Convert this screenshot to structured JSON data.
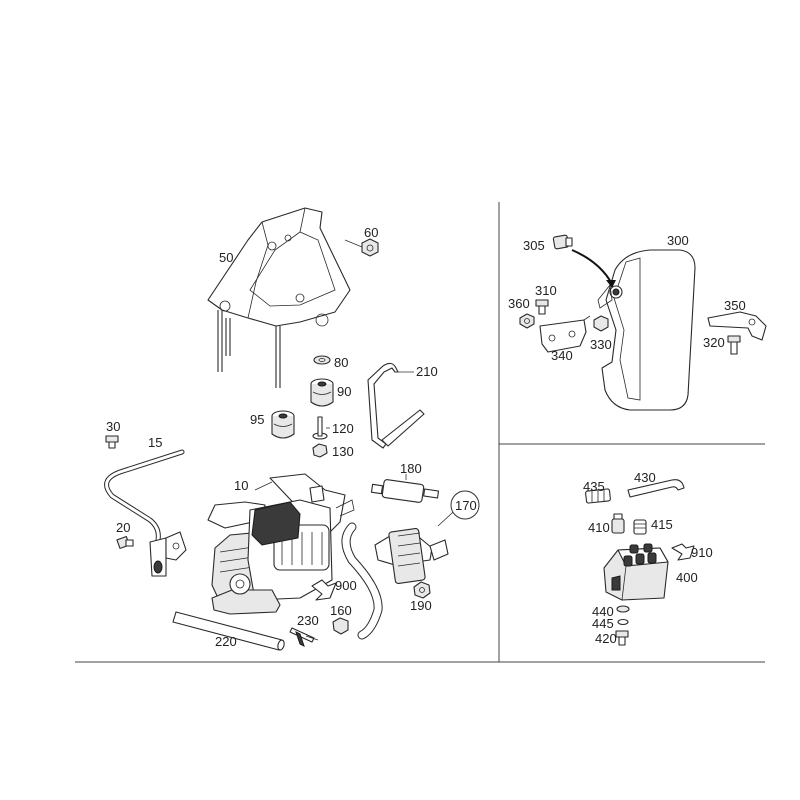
{
  "labels": {
    "p10": "10",
    "p15": "15",
    "p20": "20",
    "p30": "30",
    "p50": "50",
    "p60": "60",
    "p80": "80",
    "p90": "90",
    "p95": "95",
    "p120": "120",
    "p130": "130",
    "p160": "160",
    "p170": "170",
    "p180": "180",
    "p190": "190",
    "p210": "210",
    "p220": "220",
    "p230": "230",
    "p300": "300",
    "p305": "305",
    "p310": "310",
    "p320": "320",
    "p330": "330",
    "p340": "340",
    "p350": "350",
    "p360": "360",
    "p400": "400",
    "p410": "410",
    "p415": "415",
    "p420": "420",
    "p430": "430",
    "p435": "435",
    "p440": "440",
    "p445": "445",
    "p900": "900",
    "p910": "910"
  }
}
